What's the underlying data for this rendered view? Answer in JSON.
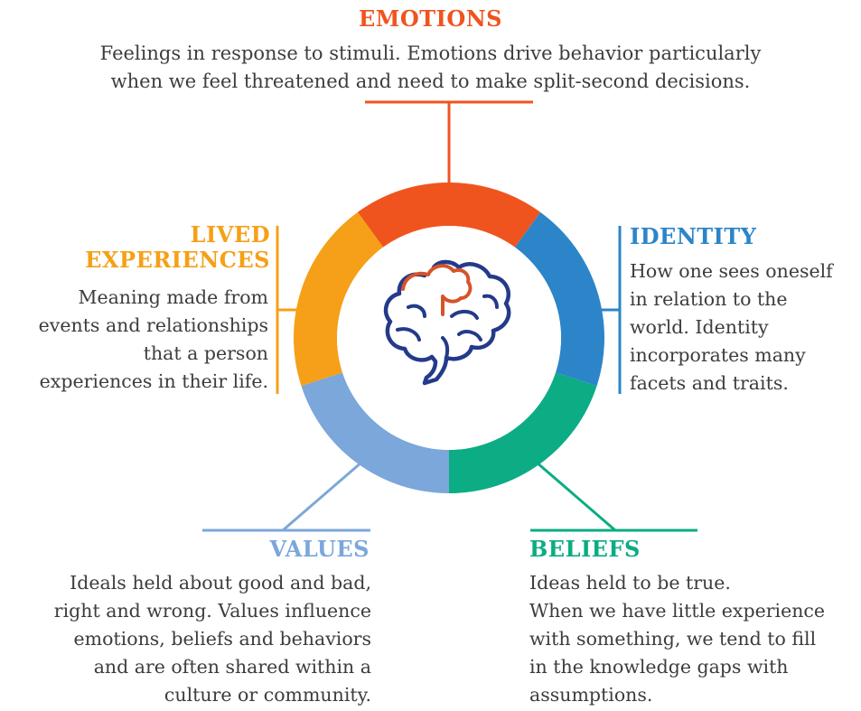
{
  "colors": {
    "emotions": "#f0541e",
    "identity": "#2c85c8",
    "beliefs": "#0cac84",
    "values": "#7ba7da",
    "lived": "#f5a018",
    "brain_outline": "#243a8a",
    "brain_accent": "#d6532a"
  },
  "ring": {
    "segments": [
      {
        "name": "emotions",
        "color": "#f0541e"
      },
      {
        "name": "identity",
        "color": "#2c85c8"
      },
      {
        "name": "beliefs",
        "color": "#0cac84"
      },
      {
        "name": "values",
        "color": "#7ba7da"
      },
      {
        "name": "lived-experiences",
        "color": "#f5a018"
      }
    ],
    "center_icon": "brain-icon"
  },
  "emotions": {
    "heading": "EMOTIONS",
    "lines": [
      "Feelings in response to stimuli. Emotions drive behavior particularly",
      "when we feel threatened and need to make split-second decisions."
    ]
  },
  "lived": {
    "heading_lines": [
      "LIVED",
      "EXPERIENCES"
    ],
    "lines": [
      "Meaning made from",
      "events and relationships",
      "that a person",
      "experiences in their life."
    ]
  },
  "identity": {
    "heading": "IDENTITY",
    "lines": [
      "How one sees oneself",
      "in relation to the",
      "world. Identity",
      "incorporates many",
      "facets and traits."
    ]
  },
  "values": {
    "heading": "VALUES",
    "lines": [
      "Ideals held about good and bad,",
      "right and wrong. Values influence",
      "emotions, beliefs and behaviors",
      "and are often shared within a",
      "culture or community."
    ]
  },
  "beliefs": {
    "heading": "BELIEFS",
    "lines": [
      "Ideas held to be true.",
      "When we have little experience",
      "with something, we tend to fill",
      "in the knowledge gaps with",
      "assumptions."
    ]
  }
}
